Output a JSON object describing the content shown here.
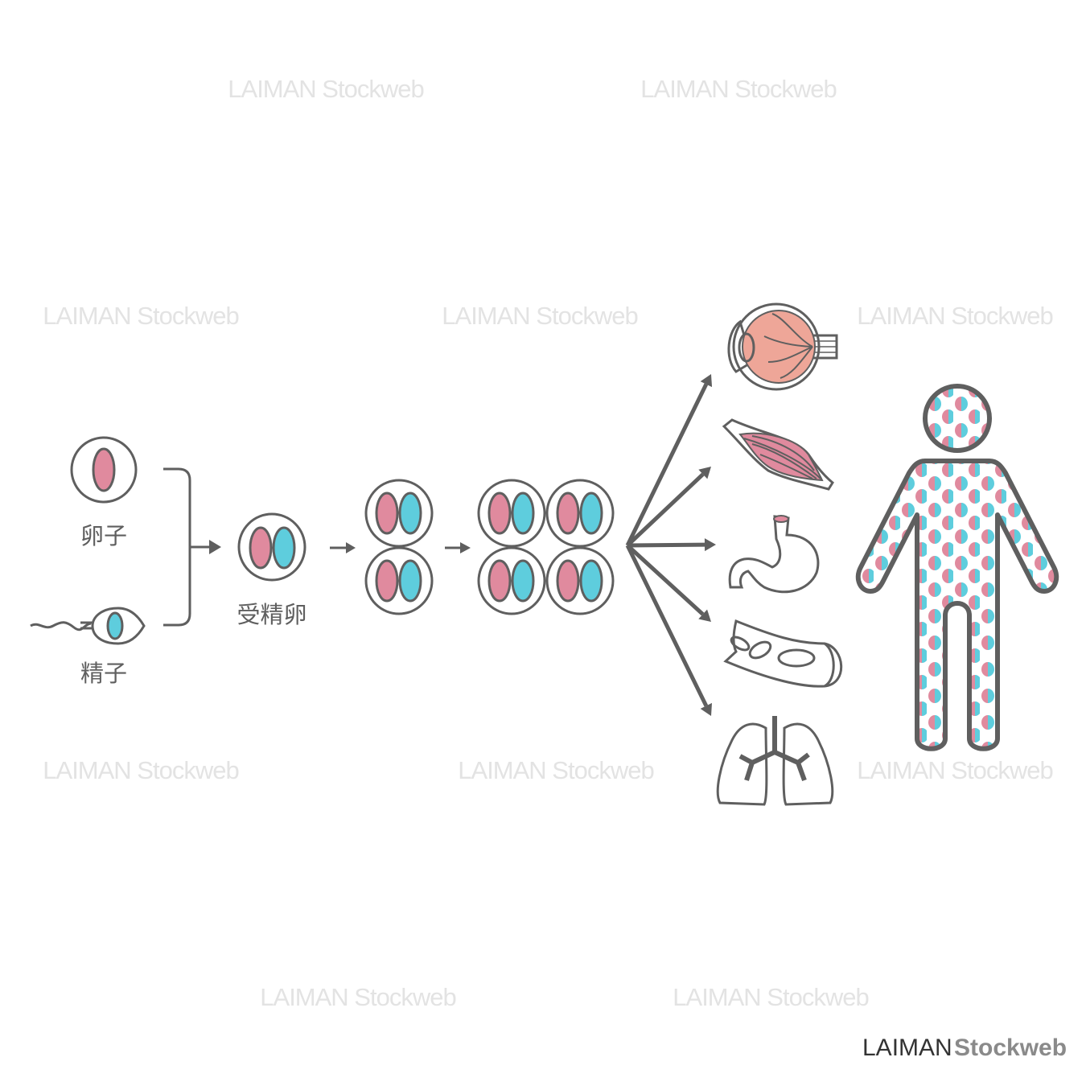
{
  "labels": {
    "egg": "卵子",
    "sperm": "精子",
    "zygote": "受精卵"
  },
  "watermark": "LAIMAN Stockweb",
  "logo": {
    "part1": "LAIMAN",
    "part2": "Stockweb"
  },
  "stages": [
    "egg",
    "sperm",
    "zygote",
    "2-cell",
    "4-cell"
  ],
  "organs": [
    "eye",
    "muscle",
    "stomach",
    "blood-vessel",
    "lungs"
  ],
  "colors": {
    "maternal": "#e08a9e",
    "paternal": "#5ecddd",
    "outline": "#5f5f5f",
    "eye": "#eea698",
    "stomach": "#fdd3b4",
    "vessel": "#f8d8d5"
  }
}
